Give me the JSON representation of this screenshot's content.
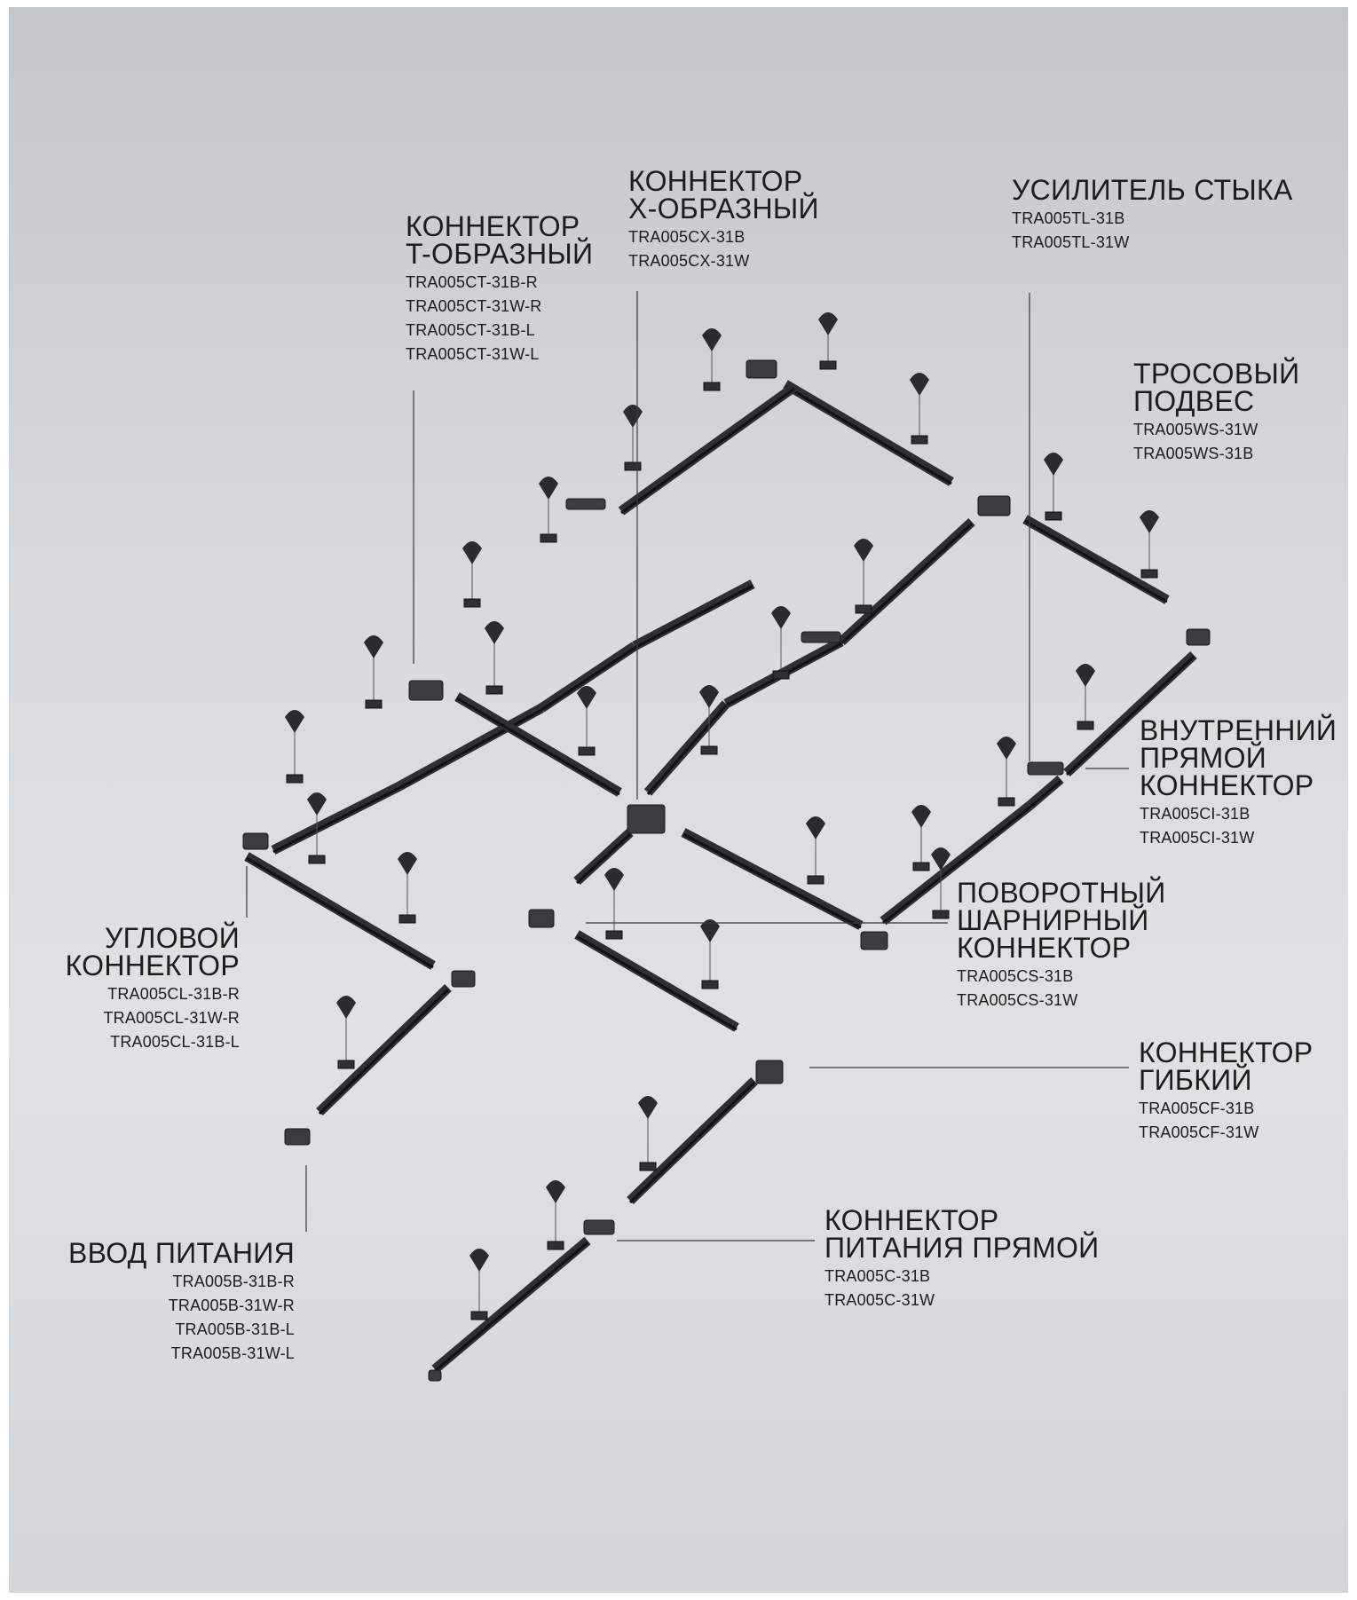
{
  "callouts": [
    {
      "id": "t-connector",
      "title": [
        "КОННЕКТОР",
        "T-ОБРАЗНЫЙ"
      ],
      "codes": [
        "TRA005CT-31B-R",
        "TRA005CT-31W-R",
        "TRA005CT-31B-L",
        "TRA005CT-31W-L"
      ]
    },
    {
      "id": "x-connector",
      "title": [
        "КОННЕКТОР",
        "X-ОБРАЗНЫЙ"
      ],
      "codes": [
        "TRA005CX-31B",
        "TRA005CX-31W"
      ]
    },
    {
      "id": "joint-reinforcer",
      "title": [
        "УСИЛИТЕЛЬ СТЫКА"
      ],
      "codes": [
        "TRA005TL-31B",
        "TRA005TL-31W"
      ]
    },
    {
      "id": "cable-suspension",
      "title": [
        "ТРОСОВЫЙ",
        "ПОДВЕС"
      ],
      "codes": [
        "TRA005WS-31W",
        "TRA005WS-31B"
      ]
    },
    {
      "id": "inner-straight-connector",
      "title": [
        "ВНУТРЕННИЙ",
        "ПРЯМОЙ",
        "КОННЕКТОР"
      ],
      "codes": [
        "TRA005CI-31B",
        "TRA005CI-31W"
      ]
    },
    {
      "id": "swivel-hinge-connector",
      "title": [
        "ПОВОРОТНЫЙ",
        "ШАРНИРНЫЙ",
        "КОННЕКТОР"
      ],
      "codes": [
        "TRA005CS-31B",
        "TRA005CS-31W"
      ]
    },
    {
      "id": "flexible-connector",
      "title": [
        "КОННЕКТОР",
        "ГИБКИЙ"
      ],
      "codes": [
        "TRA005CF-31B",
        "TRA005CF-31W"
      ]
    },
    {
      "id": "straight-power-connector",
      "title": [
        "КОННЕКТОР",
        "ПИТАНИЯ ПРЯМОЙ"
      ],
      "codes": [
        "TRA005C-31B",
        "TRA005C-31W"
      ]
    },
    {
      "id": "corner-connector",
      "title": [
        "УГЛОВОЙ",
        "КОННЕКТОР"
      ],
      "codes": [
        "TRA005CL-31B-R",
        "TRA005CL-31W-R",
        "TRA005CL-31B-L"
      ]
    },
    {
      "id": "power-input",
      "title": [
        "ВВОД ПИТАНИЯ"
      ],
      "codes": [
        "TRA005B-31B-R",
        "TRA005B-31W-R",
        "TRA005B-31B-L",
        "TRA005B-31W-L"
      ]
    }
  ],
  "colors": {
    "background": "#d7dadc",
    "track": "#2e2f31",
    "track_slot": "#111213",
    "line": "#3a3a3a",
    "text": "#1c1c1c"
  }
}
